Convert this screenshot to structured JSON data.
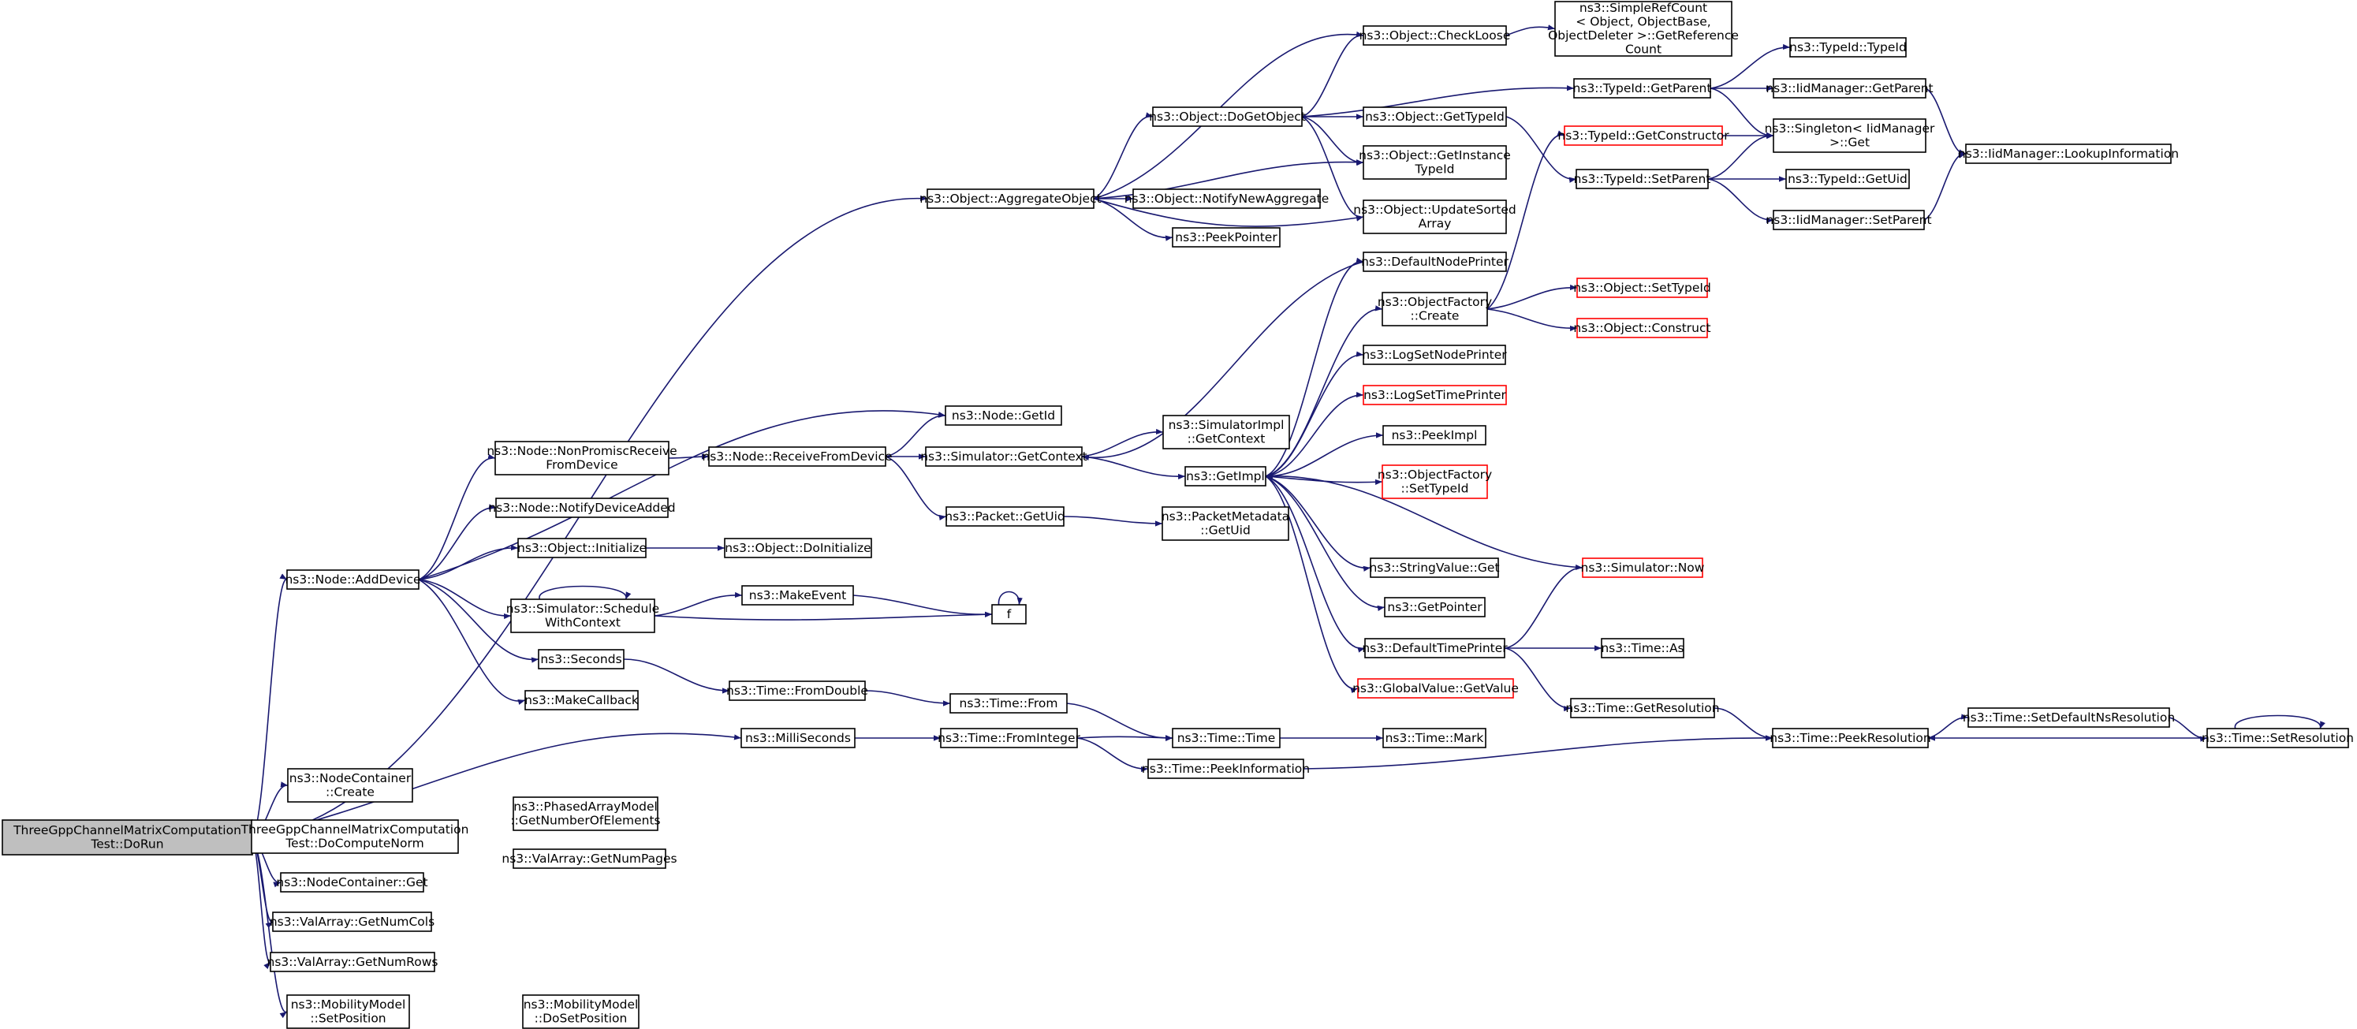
{
  "graph": {
    "edge_color": "#191970",
    "node_border_color": "#000000",
    "highlight_border_color": "#ff0000",
    "root_fill_color": "#bfbfbf",
    "nodes": [
      {
        "id": "root",
        "lines": [
          "ThreeGppChannelMatrixComputation",
          "Test::DoRun"
        ],
        "root": true
      },
      {
        "id": "aggregate",
        "lines": [
          "ns3::Object::AggregateObject"
        ]
      },
      {
        "id": "adddevice",
        "lines": [
          "ns3::Node::AddDevice"
        ]
      },
      {
        "id": "milliseconds",
        "lines": [
          "ns3::MilliSeconds"
        ]
      },
      {
        "id": "nccreate",
        "lines": [
          "ns3::NodeContainer",
          "::Create"
        ]
      },
      {
        "id": "docomputenorm",
        "lines": [
          "ThreeGppChannelMatrixComputation",
          "Test::DoComputeNorm"
        ]
      },
      {
        "id": "ncget",
        "lines": [
          "ns3::NodeContainer::Get"
        ]
      },
      {
        "id": "numcols",
        "lines": [
          "ns3::ValArray::GetNumCols"
        ]
      },
      {
        "id": "numrows",
        "lines": [
          "ns3::ValArray::GetNumRows"
        ]
      },
      {
        "id": "setposition",
        "lines": [
          "ns3::MobilityModel",
          "::SetPosition"
        ]
      },
      {
        "id": "dosetposition",
        "lines": [
          "ns3::MobilityModel",
          "::DoSetPosition"
        ]
      },
      {
        "id": "getnumelements",
        "lines": [
          "ns3::PhasedArrayModel",
          "::GetNumberOfElements"
        ]
      },
      {
        "id": "getnumpages",
        "lines": [
          "ns3::ValArray::GetNumPages"
        ]
      },
      {
        "id": "checkloose",
        "lines": [
          "ns3::Object::CheckLoose"
        ]
      },
      {
        "id": "getrefcount",
        "lines": [
          "ns3::SimpleRefCount",
          "< Object, ObjectBase,",
          "ObjectDeleter >::GetReference",
          "Count"
        ]
      },
      {
        "id": "dogetobject",
        "lines": [
          "ns3::Object::DoGetObject"
        ]
      },
      {
        "id": "getinstancetypeid",
        "lines": [
          "ns3::Object::GetInstance",
          "TypeId"
        ]
      },
      {
        "id": "updatesorted",
        "lines": [
          "ns3::Object::UpdateSorted",
          "Array"
        ]
      },
      {
        "id": "notifynewagg",
        "lines": [
          "ns3::Object::NotifyNewAggregate"
        ]
      },
      {
        "id": "peekpointer",
        "lines": [
          "ns3::PeekPointer"
        ]
      },
      {
        "id": "objgettypeid",
        "lines": [
          "ns3::Object::GetTypeId"
        ]
      },
      {
        "id": "typeidgetparent",
        "lines": [
          "ns3::TypeId::GetParent"
        ]
      },
      {
        "id": "typeidtypeid",
        "lines": [
          "ns3::TypeId::TypeId"
        ]
      },
      {
        "id": "iidgetparent",
        "lines": [
          "ns3::IidManager::GetParent"
        ]
      },
      {
        "id": "singletonget",
        "lines": [
          "ns3::Singleton< IidManager",
          ">::Get"
        ]
      },
      {
        "id": "lookupinfo",
        "lines": [
          "ns3::IidManager::LookupInformation"
        ]
      },
      {
        "id": "getconstructor",
        "lines": [
          "ns3::TypeId::GetConstructor"
        ],
        "red": true
      },
      {
        "id": "typeidsetparent",
        "lines": [
          "ns3::TypeId::SetParent"
        ]
      },
      {
        "id": "typeidgetuid",
        "lines": [
          "ns3::TypeId::GetUid"
        ]
      },
      {
        "id": "iidsetparent",
        "lines": [
          "ns3::IidManager::SetParent"
        ]
      },
      {
        "id": "nodegetid",
        "lines": [
          "ns3::Node::GetId"
        ]
      },
      {
        "id": "nonpromisc",
        "lines": [
          "ns3::Node::NonPromiscReceive",
          "FromDevice"
        ]
      },
      {
        "id": "receivefromdevice",
        "lines": [
          "ns3::Node::ReceiveFromDevice"
        ]
      },
      {
        "id": "simgetcontext",
        "lines": [
          "ns3::Simulator::GetContext"
        ]
      },
      {
        "id": "simimplgetcontext",
        "lines": [
          "ns3::SimulatorImpl",
          "::GetContext"
        ]
      },
      {
        "id": "notifydeviceadded",
        "lines": [
          "ns3::Node::NotifyDeviceAdded"
        ]
      },
      {
        "id": "objinitialize",
        "lines": [
          "ns3::Object::Initialize"
        ]
      },
      {
        "id": "objdoinitialize",
        "lines": [
          "ns3::Object::DoInitialize"
        ]
      },
      {
        "id": "schedulewithcontext",
        "lines": [
          "ns3::Simulator::Schedule",
          "WithContext"
        ]
      },
      {
        "id": "makeevent",
        "lines": [
          "ns3::MakeEvent"
        ]
      },
      {
        "id": "f",
        "lines": [
          "f"
        ]
      },
      {
        "id": "seconds",
        "lines": [
          "ns3::Seconds"
        ]
      },
      {
        "id": "makecallback",
        "lines": [
          "ns3::MakeCallback"
        ]
      },
      {
        "id": "timefromdouble",
        "lines": [
          "ns3::Time::FromDouble"
        ]
      },
      {
        "id": "timefrom",
        "lines": [
          "ns3::Time::From"
        ]
      },
      {
        "id": "packetgetuid",
        "lines": [
          "ns3::Packet::GetUid"
        ]
      },
      {
        "id": "pmgetuid",
        "lines": [
          "ns3::PacketMetadata",
          "::GetUid"
        ]
      },
      {
        "id": "getimpl",
        "lines": [
          "ns3::GetImpl"
        ]
      },
      {
        "id": "defaultnodeprinter",
        "lines": [
          "ns3::DefaultNodePrinter"
        ]
      },
      {
        "id": "ofcreate",
        "lines": [
          "ns3::ObjectFactory",
          "::Create"
        ]
      },
      {
        "id": "objsettypeid",
        "lines": [
          "ns3::Object::SetTypeId"
        ],
        "red": true
      },
      {
        "id": "objconstruct",
        "lines": [
          "ns3::Object::Construct"
        ],
        "red": true
      },
      {
        "id": "logsetnodeprinter",
        "lines": [
          "ns3::LogSetNodePrinter"
        ]
      },
      {
        "id": "logsettimeprinter",
        "lines": [
          "ns3::LogSetTimePrinter"
        ],
        "red": true
      },
      {
        "id": "peekimpl",
        "lines": [
          "ns3::PeekImpl"
        ]
      },
      {
        "id": "ofsettypeid",
        "lines": [
          "ns3::ObjectFactory",
          "::SetTypeId"
        ],
        "red": true
      },
      {
        "id": "simnow",
        "lines": [
          "ns3::Simulator::Now"
        ],
        "red": true
      },
      {
        "id": "stringvalueget",
        "lines": [
          "ns3::StringValue::Get"
        ]
      },
      {
        "id": "getpointer",
        "lines": [
          "ns3::GetPointer"
        ]
      },
      {
        "id": "defaulttimeprinter",
        "lines": [
          "ns3::DefaultTimePrinter"
        ]
      },
      {
        "id": "timeas",
        "lines": [
          "ns3::Time::As"
        ]
      },
      {
        "id": "globalvalueget",
        "lines": [
          "ns3::GlobalValue::GetValue"
        ],
        "red": true
      },
      {
        "id": "timegetresolution",
        "lines": [
          "ns3::Time::GetResolution"
        ]
      },
      {
        "id": "timepeekresolution",
        "lines": [
          "ns3::Time::PeekResolution"
        ]
      },
      {
        "id": "setdefaultns",
        "lines": [
          "ns3::Time::SetDefaultNsResolution"
        ]
      },
      {
        "id": "timesetresolution",
        "lines": [
          "ns3::Time::SetResolution"
        ]
      },
      {
        "id": "timefrominteger",
        "lines": [
          "ns3::Time::FromInteger"
        ]
      },
      {
        "id": "timetime",
        "lines": [
          "ns3::Time::Time"
        ]
      },
      {
        "id": "timemark",
        "lines": [
          "ns3::Time::Mark"
        ]
      },
      {
        "id": "peekinformation",
        "lines": [
          "ns3::Time::PeekInformation"
        ]
      }
    ]
  }
}
